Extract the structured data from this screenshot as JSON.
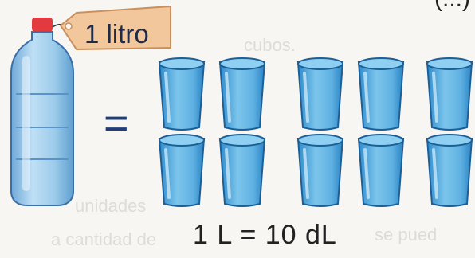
{
  "label": {
    "tag_text": "1 litro"
  },
  "equals_sign": "=",
  "equation": "1 L = 10 dL",
  "corner_mark": "(...)",
  "background_text": {
    "line1": "cubos.",
    "line2": "unidades",
    "line3": "a cantidad de",
    "line4": "se pued"
  },
  "colors": {
    "water": "#69b8e6",
    "water_dark": "#2f8ccc",
    "bottle": "#9fcbe8",
    "cap": "#e33a3f",
    "tag": "#f3c79c",
    "text": "#1f2a44"
  },
  "glasses": {
    "rows": 2,
    "columns": 5,
    "count": 10
  }
}
